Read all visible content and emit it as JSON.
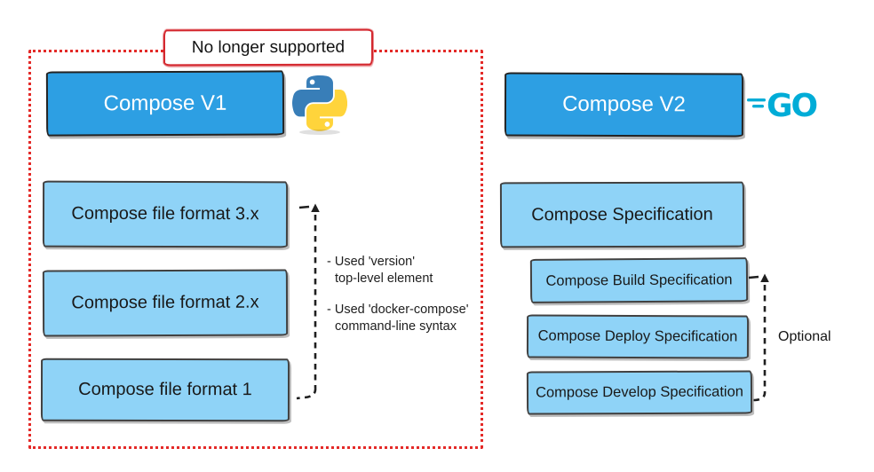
{
  "diagram": {
    "banner": {
      "label": "No longer supported"
    },
    "left": {
      "title": "Compose V1",
      "icon": "python-logo",
      "boxes": [
        {
          "label": "Compose file format 3.x"
        },
        {
          "label": "Compose file format 2.x"
        },
        {
          "label": "Compose file format 1"
        }
      ],
      "bracket_notes": [
        {
          "line1": "- Used 'version'",
          "line2": "top-level element"
        },
        {
          "line1": "- Used 'docker-compose'",
          "line2": "command-line syntax"
        }
      ]
    },
    "right": {
      "title": "Compose V2",
      "icon": "go-logo",
      "go_text": "GO",
      "boxes": [
        {
          "label": "Compose Specification"
        },
        {
          "label": "Compose Build Specification"
        },
        {
          "label": "Compose Deploy Specification"
        },
        {
          "label": "Compose Develop Specification"
        }
      ],
      "bracket_label": "Optional"
    },
    "colors": {
      "header_blue": "#2d9fe3",
      "light_blue": "#8fd3f7",
      "outline_red": "#e42a28",
      "stroke_dark": "#1f1f1f",
      "go_teal": "#00acd7",
      "python_blue": "#387eb8",
      "python_yellow": "#ffd43b"
    }
  }
}
